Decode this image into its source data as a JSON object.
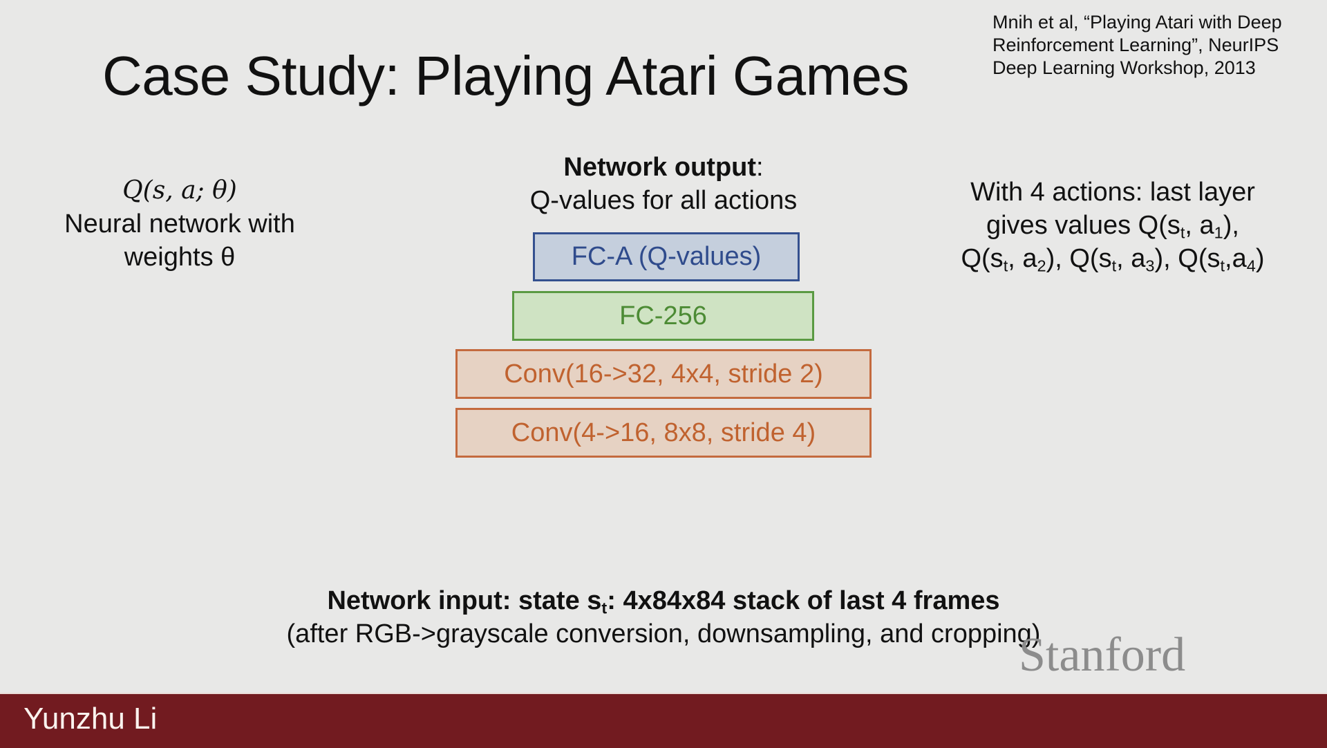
{
  "slide": {
    "title": "Case Study: Playing Atari Games",
    "citation": {
      "lines": [
        "Mnih et al, “Playing Atari with Deep",
        "Reinforcement Learning”, NeurIPS",
        "Deep Learning Workshop, 2013"
      ]
    },
    "left_note": {
      "formula": "Q(s, a; θ)",
      "line1": "Neural network with",
      "line2": "weights θ"
    },
    "network_output": {
      "heading_bold": "Network output",
      "heading_colon": ":",
      "subtext": "Q-values for all actions"
    },
    "right_note": {
      "line1": "With 4 actions: last layer",
      "line2_prefix": "gives values Q(s",
      "sub_t": "t",
      "a_sub": [
        "1",
        "2",
        "3",
        "4"
      ],
      "sep_a": ", a",
      "close": "),",
      "close_last": ")",
      "q_open": "Q(s",
      "sep_a_tight": ",a"
    },
    "layers": [
      {
        "label": "FC-A (Q-values)",
        "color": "blue"
      },
      {
        "label": "FC-256",
        "color": "green"
      },
      {
        "label": "Conv(16->32, 4x4, stride 2)",
        "color": "orange"
      },
      {
        "label": "Conv(4->16, 8x8, stride 4)",
        "color": "orange"
      }
    ],
    "network_input": {
      "bold_prefix": "Network input: state s",
      "bold_sub": "t",
      "bold_suffix": ": 4x84x84 stack of last 4 frames",
      "subtext": "(after RGB->grayscale conversion, downsampling, and cropping)"
    },
    "logo": "Stanford",
    "footer": {
      "speaker": "Yunzhu Li"
    }
  },
  "colors": {
    "background": "#e8e8e7",
    "footer_bar": "#721b20",
    "layer_blue_fill": "#c5cfdd",
    "layer_blue_border": "#34508f",
    "layer_green_fill": "#cfe3c3",
    "layer_green_border": "#5a9a42",
    "layer_orange_fill": "#e6d2c3",
    "layer_orange_border": "#c46a3e",
    "logo_gray": "#8c8c8c"
  }
}
